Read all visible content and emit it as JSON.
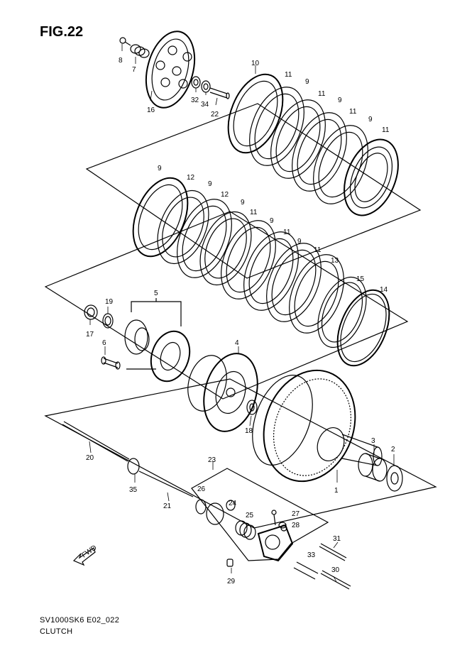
{
  "figure": {
    "title": "FIG.22",
    "code": "SV1000SK6 E02_022",
    "caption": "CLUTCH",
    "fwd_label": "FWD"
  },
  "callouts": [
    "8",
    "7",
    "16",
    "32",
    "34",
    "22",
    "10",
    "11",
    "9",
    "11",
    "9",
    "11",
    "9",
    "11",
    "9",
    "12",
    "9",
    "12",
    "9",
    "11",
    "9",
    "11",
    "9",
    "11",
    "13",
    "15",
    "14",
    "5",
    "19",
    "17",
    "6",
    "4",
    "18",
    "3",
    "2",
    "1",
    "20",
    "35",
    "21",
    "23",
    "26",
    "24",
    "25",
    "27",
    "28",
    "31",
    "33",
    "30",
    "29"
  ]
}
